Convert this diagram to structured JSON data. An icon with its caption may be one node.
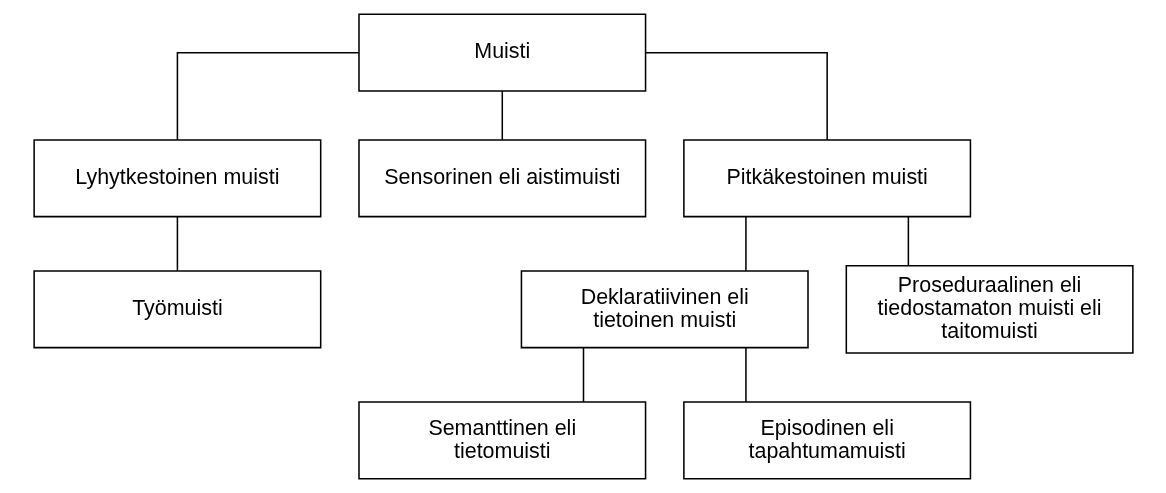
{
  "diagram": {
    "nodes": [
      {
        "text": [
          "Muisti"
        ]
      },
      {
        "text": [
          "Lyhytkestoinen muisti"
        ]
      },
      {
        "text": [
          "Sensorinen eli aistimuisti"
        ]
      },
      {
        "text": [
          "Pitkäkestoinen muisti"
        ]
      },
      {
        "text": [
          "Työmuisti"
        ]
      },
      {
        "text": [
          "Deklaratiivinen eli tietoinen muisti"
        ]
      },
      {
        "text": [
          "Semanttinen eli tietomuisti"
        ]
      },
      {
        "text": [
          "Episodinen eli tapahtumamuisti"
        ]
      },
      {
        "text": [
          "Proseduraalinen eli tiedostamaton muisti eli taitomuisti"
        ]
      }
    ],
    "edges": [
      {
        "from": 0,
        "to": 1,
        "arrow": "none"
      },
      {
        "from": 0,
        "to": 2,
        "arrow": "none"
      },
      {
        "from": 0,
        "to": 3,
        "arrow": "none"
      },
      {
        "from": 1,
        "to": 4,
        "arrow": "none"
      },
      {
        "from": 3,
        "to": 5,
        "arrow": "none"
      },
      {
        "from": 3,
        "to": 8,
        "arrow": "none"
      },
      {
        "from": 5,
        "to": 6,
        "arrow": "none"
      },
      {
        "from": 5,
        "to": 7,
        "arrow": "none"
      }
    ]
  }
}
